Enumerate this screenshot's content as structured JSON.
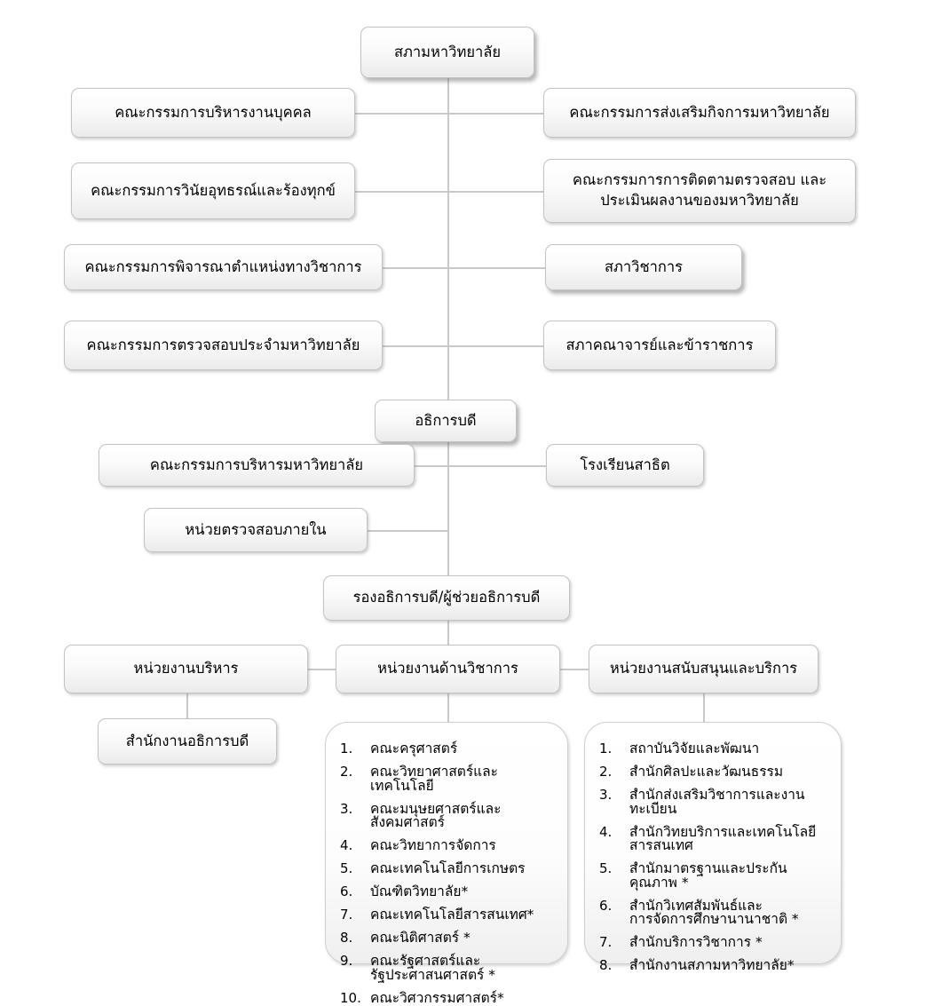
{
  "chart_title": "Organizational Structure Chart",
  "nodes": {
    "council": "สภามหาวิทยาลัย",
    "left_committees": [
      "คณะกรรมการบริหารงานบุคคล",
      "คณะกรรมการวินัยอุทธรณ์และร้องทุกข์",
      "คณะกรรมการพิจารณาตำแหน่งทางวิชาการ",
      "คณะกรรมการตรวจสอบประจำมหาวิทยาลัย"
    ],
    "right_committees": [
      "คณะกรรมการส่งเสริมกิจการมหาวิทยาลัย",
      "คณะกรรมการการติดตามตรวจสอบ\nและประเมินผลงานของมหาวิทยาลัย",
      "สภาวิชาการ",
      "สภาคณาจารย์และข้าราชการ"
    ],
    "president": "อธิการบดี",
    "president_left": [
      "คณะกรรมการบริหารมหาวิทยาลัย",
      "หน่วยตรวจสอบภายใน"
    ],
    "president_right": "โรงเรียนสาธิต",
    "vice_president": "รองอธิการบดี/ผู้ช่วยอธิการบดี",
    "unit_admin": "หน่วยงานบริหาร",
    "unit_academic": "หน่วยงานด้านวิชาการ",
    "unit_support": "หน่วยงานสนับสนุนและบริการ",
    "office_president": "สำนักงานอธิการบดี"
  },
  "academic_faculties": [
    "คณะครุศาสตร์",
    "คณะวิทยาศาสตร์และเทคโนโลยี",
    " คณะมนุษยศาสตร์และสังคมศาสตร์",
    "คณะวิทยาการจัดการ",
    "คณะเทคโนโลยีการเกษตร",
    "บัณฑิตวิทยาลัย*",
    "คณะเทคโนโลยีสารสนเทศ*",
    "คณะนิติศาสตร์ *",
    "คณะรัฐศาสตร์และรัฐประศาสนศาสตร์ *",
    "คณะวิศวกรรมศาสตร์*"
  ],
  "support_offices": [
    "สถาบันวิจัยและพัฒนา",
    "สำนักศิลปะและวัฒนธรรม",
    "สำนักส่งเสริมวิชาการและงานทะเบียน",
    " สำนักวิทยบริการและเทคโนโลยีสารสนเทศ",
    "สำนักมาตรฐานและประกันคุณภาพ *",
    "สำนักวิเทศสัมพันธ์และ\n การจัดการศึกษานานาชาติ *",
    "สำนักบริการวิชาการ *",
    "สำนักงานสภามหาวิทยาลัย*"
  ],
  "colors": {
    "line": "#c9c9c9",
    "border": "#c3c3c3",
    "text": "#000000",
    "background": "#ffffff"
  }
}
